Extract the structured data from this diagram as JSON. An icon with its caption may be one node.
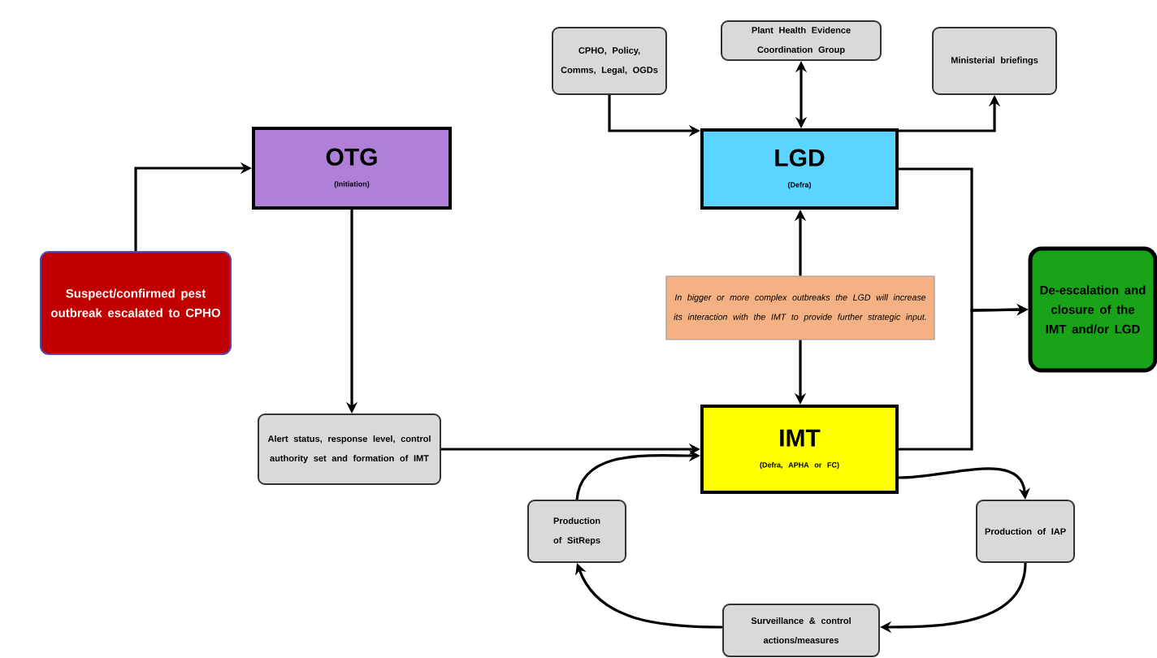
{
  "diagram": {
    "nodes": [
      {
        "text": [
          "Suspect/confirmed pest outbreak escalated to CPHO"
        ]
      },
      {
        "text": [
          "OTG",
          "(Initiation)"
        ]
      },
      {
        "text": [
          "CPHO, Policy, Comms, Legal, OGDs"
        ]
      },
      {
        "text": [
          "Plant Health Evidence Coordination Group"
        ]
      },
      {
        "text": [
          "Ministerial briefings"
        ]
      },
      {
        "text": [
          "LGD",
          "(Defra)"
        ]
      },
      {
        "text": [
          "In bigger or more complex outbreaks the LGD will increase its interaction with the IMT to provide further strategic input."
        ]
      },
      {
        "text": [
          "De-escalation and closure of the IMT and/or LGD"
        ]
      },
      {
        "text": [
          "Alert status, response level, control authority set and formation of IMT"
        ]
      },
      {
        "text": [
          "IMT",
          "(Defra, APHA or FC)"
        ]
      },
      {
        "text": [
          "Production of SitReps"
        ]
      },
      {
        "text": [
          "Production of IAP"
        ]
      },
      {
        "text": [
          "Surveillance & control actions/measures"
        ]
      }
    ],
    "edges": [
      {
        "from": 0,
        "to": 1,
        "arrow": "to"
      },
      {
        "from": 1,
        "to": 8,
        "arrow": "to"
      },
      {
        "from": 8,
        "to": 9,
        "arrow": "to"
      },
      {
        "from": 2,
        "to": 5,
        "arrow": "to"
      },
      {
        "from": 3,
        "to": 5,
        "arrow": "both"
      },
      {
        "from": 5,
        "to": 4,
        "arrow": "to"
      },
      {
        "from": 5,
        "to": 7,
        "arrow": "to"
      },
      {
        "from": 9,
        "to": 7,
        "arrow": "to"
      },
      {
        "from": 6,
        "to": 5,
        "arrow": "to"
      },
      {
        "from": 6,
        "to": 9,
        "arrow": "to"
      },
      {
        "from": 9,
        "to": 11,
        "arrow": "to"
      },
      {
        "from": 11,
        "to": 12,
        "arrow": "to"
      },
      {
        "from": 12,
        "to": 10,
        "arrow": "to"
      },
      {
        "from": 10,
        "to": 9,
        "arrow": "to"
      }
    ]
  }
}
